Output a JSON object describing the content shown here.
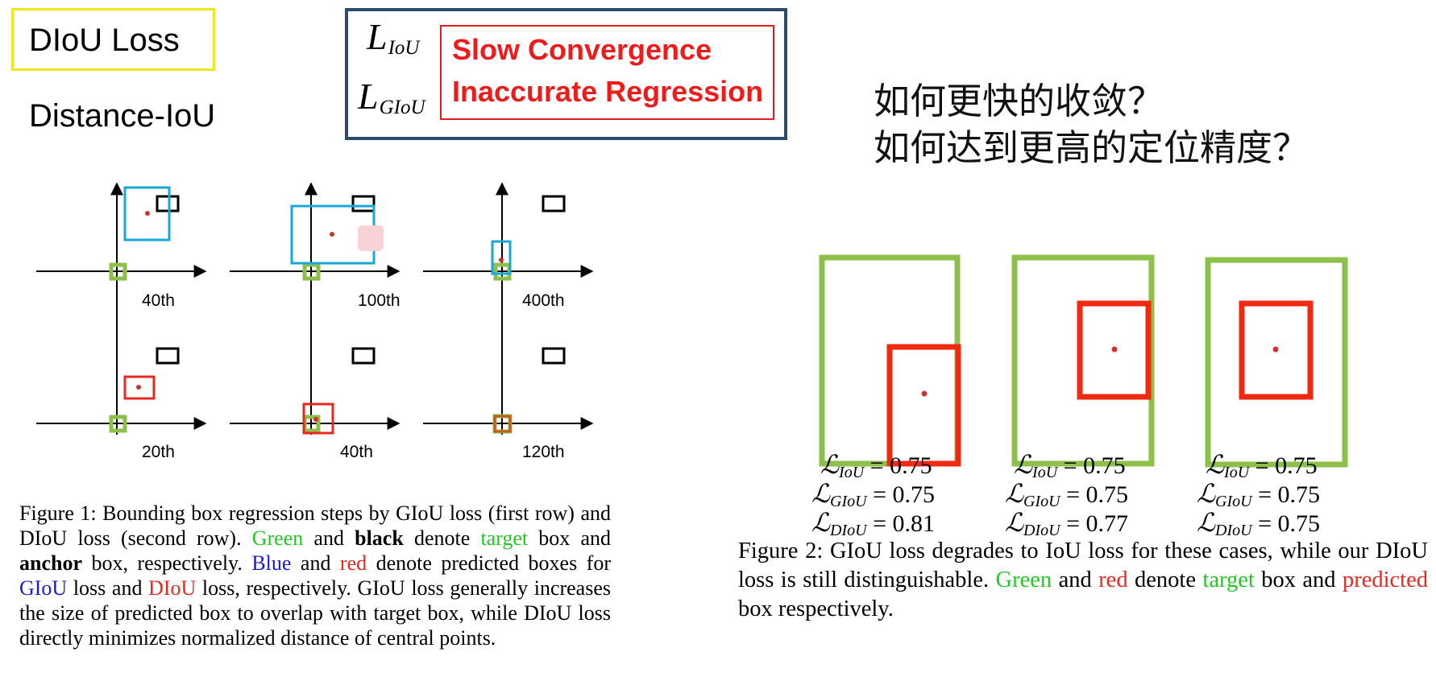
{
  "title": "DIoU Loss",
  "subtitle": "Distance-IoU",
  "loss_box": {
    "l_symbol": "L",
    "l1_sub": "IoU",
    "l2_sub": "GIoU",
    "problem1": "Slow Convergence",
    "problem2": "Inaccurate Regression"
  },
  "questions": [
    "如何更快的收敛？",
    "如何达到更高的定位精度？"
  ],
  "figure1": {
    "step_labels": [
      "40th",
      "100th",
      "400th",
      "20th",
      "40th",
      "120th"
    ],
    "caption": {
      "fig_label": "Figure 1:",
      "t1": " Bounding box regression steps by GIoU loss (first row) and DIoU loss (second row). ",
      "green": "Green",
      "t2": " and ",
      "black": "black",
      "t3": " denote ",
      "target": "target",
      "t4": " box and ",
      "anchor": "anchor",
      "t5": " box, respectively. ",
      "blue": "Blue",
      "t6": " and ",
      "red": "red",
      "t7": " denote predicted boxes for ",
      "giou": "GIoU",
      "t8": " loss and ",
      "diou": "DIoU",
      "t9": " loss, respectively. GIoU loss generally increases the size of predicted box to overlap with target box, while DIoU loss directly minimizes normalized distance of central points."
    }
  },
  "figure2": {
    "cases": [
      {
        "l_iou": "= 0.75",
        "l_giou": "= 0.75",
        "l_diou": "= 0.81"
      },
      {
        "l_iou": "= 0.75",
        "l_giou": "= 0.75",
        "l_diou": "= 0.77"
      },
      {
        "l_iou": "= 0.75",
        "l_giou": "= 0.75",
        "l_diou": "= 0.75"
      }
    ],
    "sub_iou": "IoU",
    "sub_giou": "GIoU",
    "sub_diou": "DIoU",
    "caption": {
      "fig_label": "Figure 2:",
      "t1": " GIoU loss degrades to IoU loss for these cases, while our DIoU loss is still distinguishable. ",
      "green": "Green",
      "t2": " and ",
      "red": "red",
      "t3": " denote ",
      "target": "target",
      "t4": " box and ",
      "predicted": "predicted",
      "t5": " box respectively."
    }
  },
  "colors": {
    "title_border": "#f0e61c",
    "loss_box_border": "#2e4a6b",
    "problem_text": "#ee1b1b",
    "target_green": "#8dc04a",
    "pred_blue": "#1aa6d6",
    "pred_red": "#e8281e"
  }
}
